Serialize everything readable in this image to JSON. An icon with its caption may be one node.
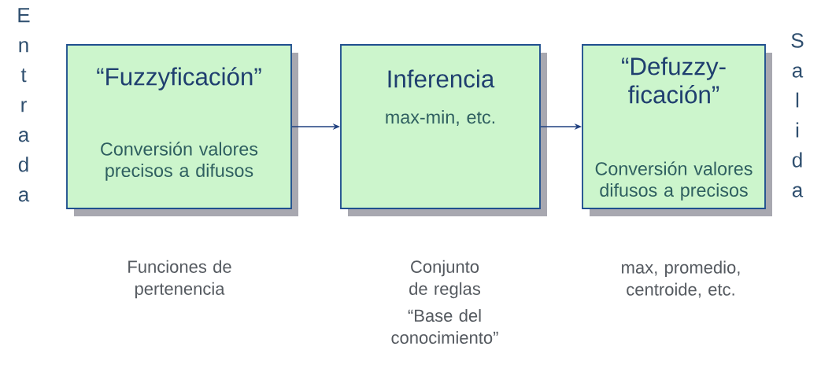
{
  "diagram": {
    "nodes": [
      {
        "text": [
          "“Fuzzyficación”",
          "Conversión valores precisos a difusos"
        ]
      },
      {
        "text": [
          "Inferencia",
          "max-min, etc."
        ]
      },
      {
        "text": [
          "“Defuzzy- ficación”",
          "Conversión valores difusos a precisos"
        ]
      }
    ],
    "edges": [
      {
        "from": 0,
        "to": 1,
        "arrow": "to"
      },
      {
        "from": 1,
        "to": 2,
        "arrow": "to"
      }
    ],
    "labels": [
      "Entrada",
      "Salida",
      "Funciones de pertenencia",
      "Conjunto de reglas",
      "“Base del conocimiento”",
      "max, promedio, centroide, etc."
    ]
  }
}
